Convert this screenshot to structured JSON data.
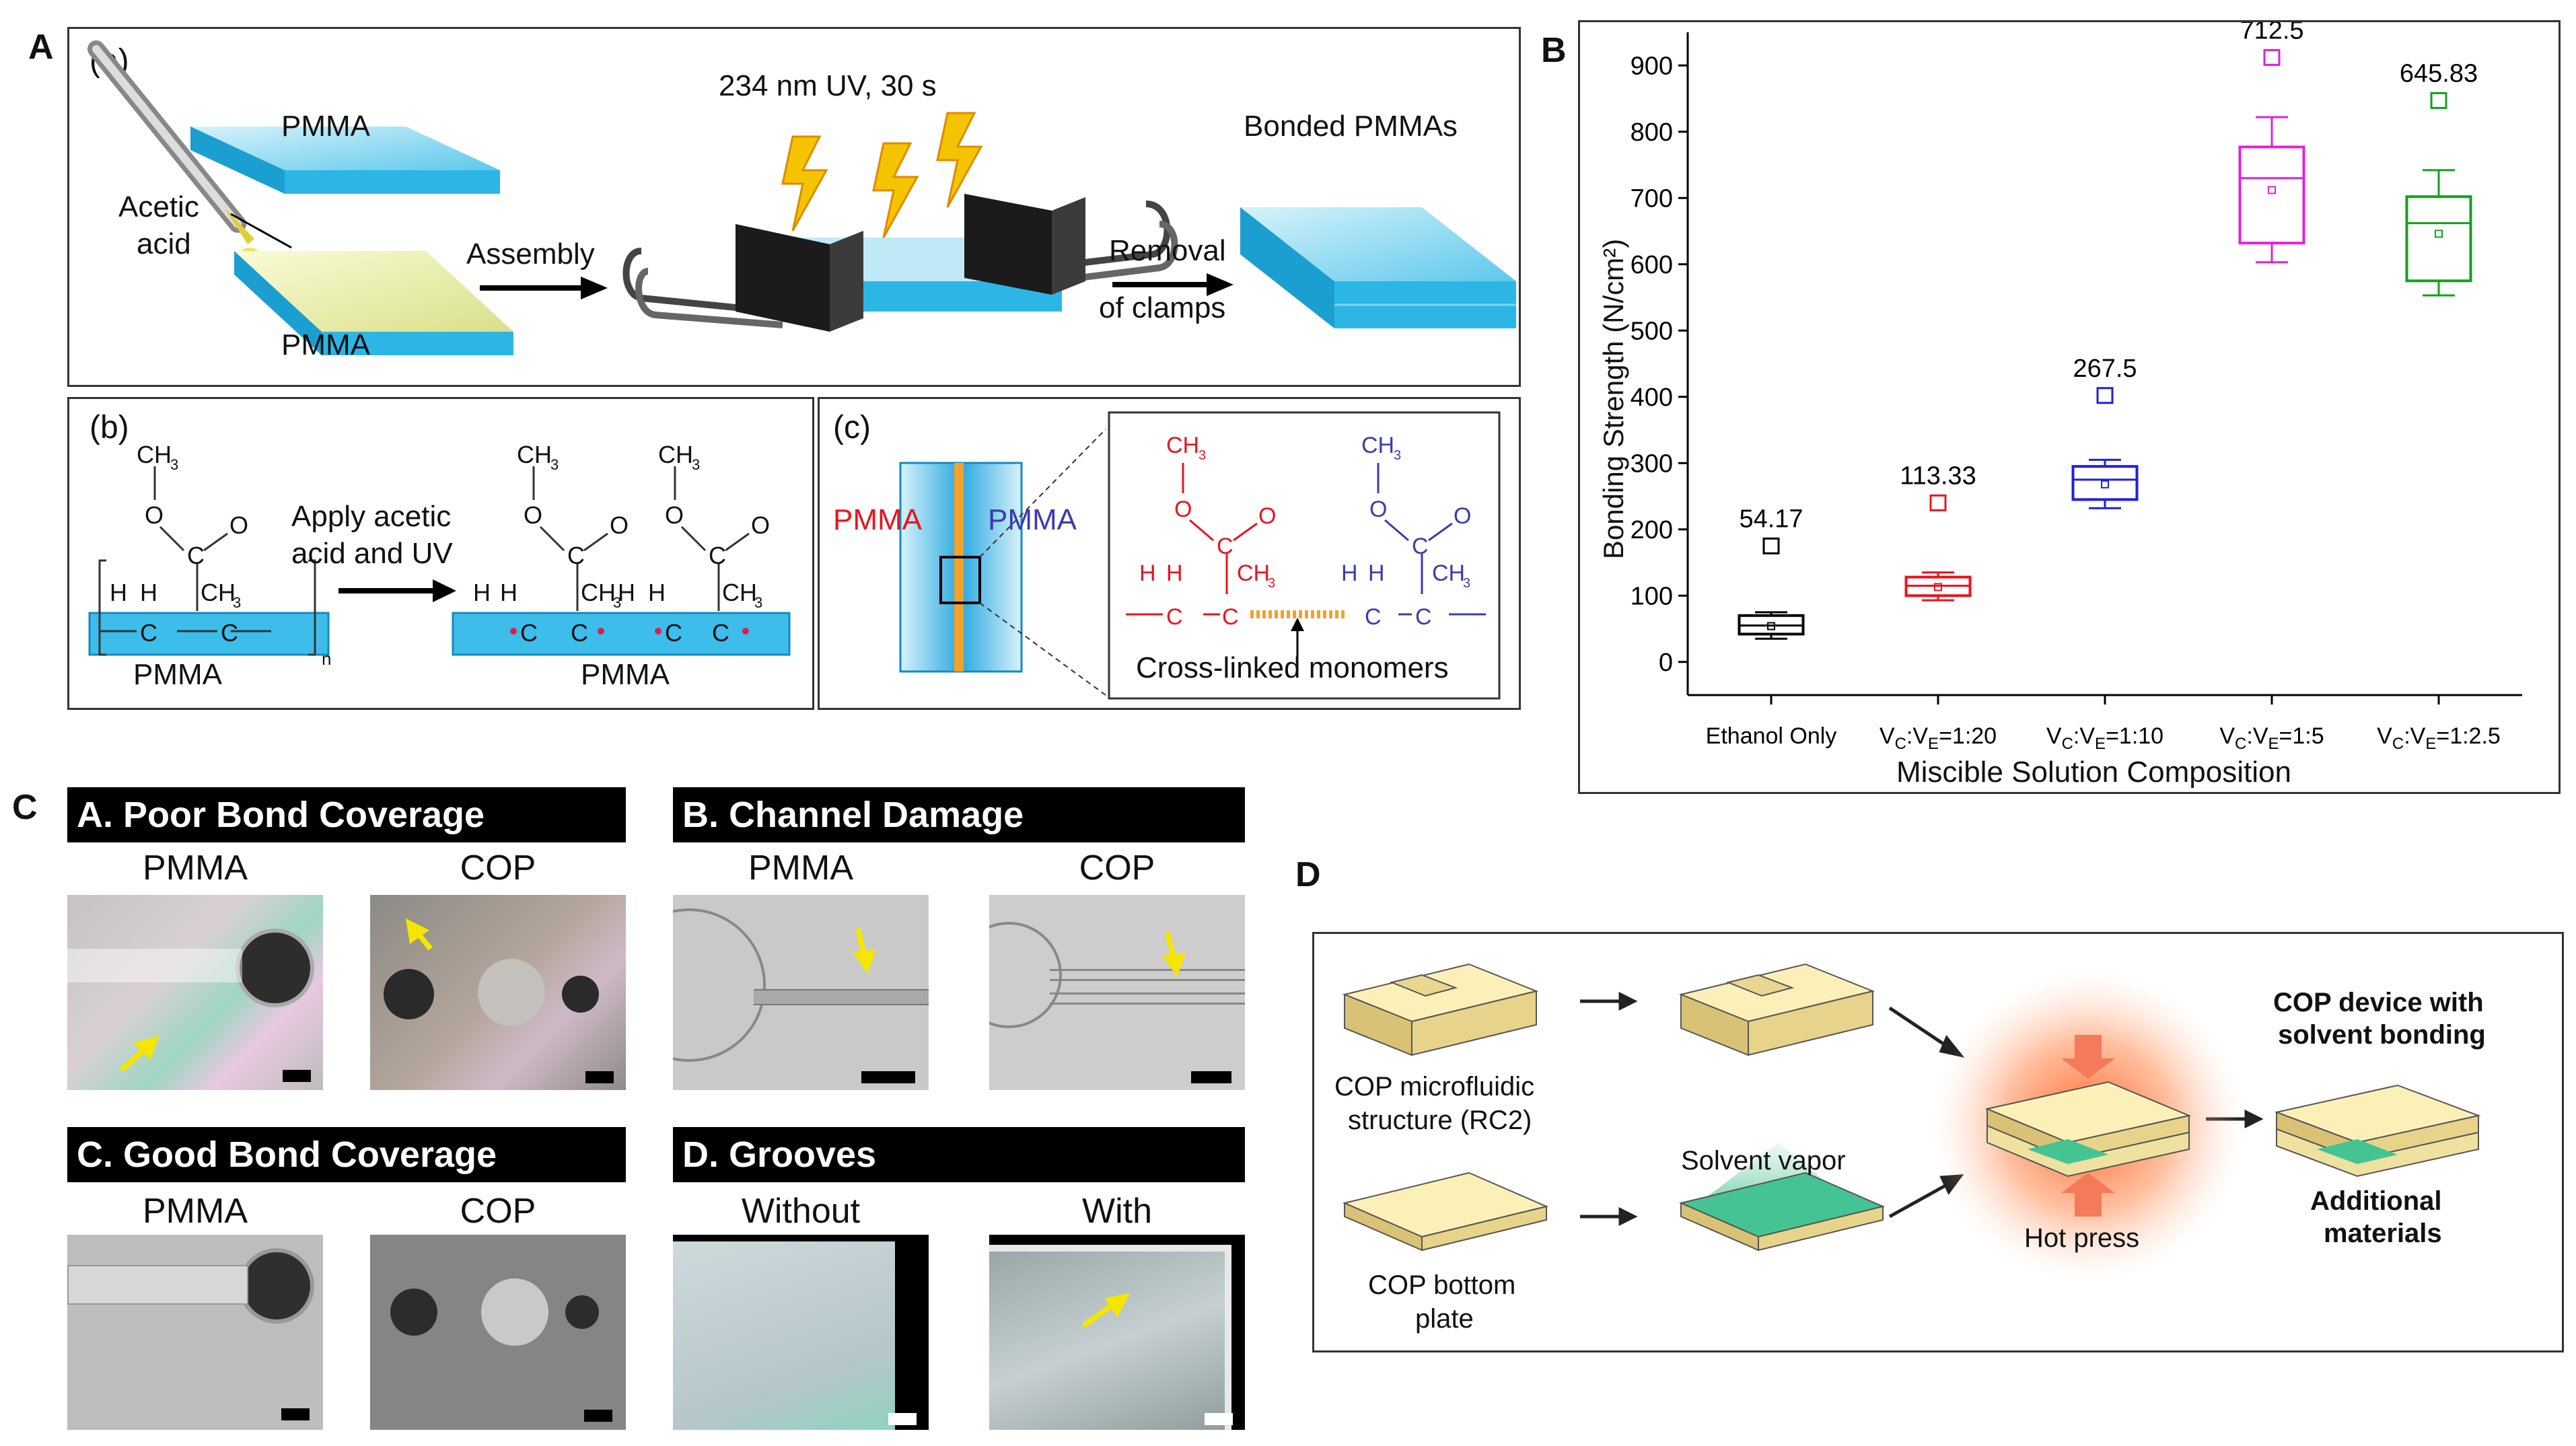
{
  "panels": {
    "A": "A",
    "B": "B",
    "C": "C",
    "D": "D"
  },
  "panelA": {
    "a": {
      "tag": "(a)",
      "top_plate": "PMMA",
      "bottom_plate": "PMMA",
      "acid_label_1": "Acetic",
      "acid_label_2": "acid",
      "uv": "234 nm UV, 30 s",
      "assembly": "Assembly",
      "removal_1": "Removal",
      "removal_2": "of clamps",
      "bonded": "Bonded PMMAs"
    },
    "b": {
      "tag": "(b)",
      "ch3": "CH",
      "sub3": "3",
      "o": "O",
      "c": "C",
      "h": "H",
      "n": "n",
      "arrow_label_1": "Apply acetic",
      "arrow_label_2": "acid and UV",
      "pmma_left": "PMMA",
      "pmma_right": "PMMA"
    },
    "c": {
      "tag": "(c)",
      "pmma_red": "PMMA",
      "pmma_blue": "PMMA",
      "crosslinked": "Cross-linked monomers"
    }
  },
  "chart_data": {
    "type": "box",
    "xlabel": "Miscible Solution Composition",
    "ylabel": "Bonding Strength (N/cm²)",
    "ylim": [
      -50,
      950
    ],
    "yticks": [
      0,
      100,
      200,
      300,
      400,
      500,
      600,
      700,
      800,
      900
    ],
    "categories": [
      "Ethanol Only",
      "VC:VE=1:20",
      "VC:VE=1:10",
      "VC:VE=1:5",
      "VC:VE=1:2.5"
    ],
    "category_parts": [
      {
        "main": "Ethanol Only",
        "s1": "",
        "mid": "",
        "s2": "",
        "tail": ""
      },
      {
        "main": "V",
        "s1": "C",
        "mid": ":V",
        "s2": "E",
        "tail": "=1:20"
      },
      {
        "main": "V",
        "s1": "C",
        "mid": ":V",
        "s2": "E",
        "tail": "=1:10"
      },
      {
        "main": "V",
        "s1": "C",
        "mid": ":V",
        "s2": "E",
        "tail": "=1:5"
      },
      {
        "main": "V",
        "s1": "C",
        "mid": ":V",
        "s2": "E",
        "tail": "=1:2.5"
      }
    ],
    "colors": [
      "#000000",
      "#e8141e",
      "#1f1fe0",
      "#e020e0",
      "#12a01e"
    ],
    "series": [
      {
        "min": 35,
        "q1": 42,
        "median": 55,
        "q3": 70,
        "max": 75,
        "mean": 54,
        "outlier": 175,
        "label": "54.17"
      },
      {
        "min": 93,
        "q1": 100,
        "median": 115,
        "q3": 128,
        "max": 135,
        "mean": 113,
        "outlier": 240,
        "label": "113.33"
      },
      {
        "min": 232,
        "q1": 245,
        "median": 275,
        "q3": 295,
        "max": 305,
        "mean": 268,
        "outlier": 402,
        "label": "267.5"
      },
      {
        "min": 603,
        "q1": 632,
        "median": 730,
        "q3": 777,
        "max": 822,
        "mean": 712,
        "outlier": 912,
        "label": "712.5"
      },
      {
        "min": 553,
        "q1": 575,
        "median": 662,
        "q3": 702,
        "max": 742,
        "mean": 646,
        "outlier": 847,
        "label": "645.83"
      }
    ]
  },
  "panelC": {
    "A": {
      "title": "A. Poor Bond Coverage",
      "left": "PMMA",
      "right": "COP"
    },
    "B": {
      "title": "B. Channel Damage",
      "left": "PMMA",
      "right": "COP"
    },
    "C": {
      "title": "C. Good Bond Coverage",
      "left": "PMMA",
      "right": "COP"
    },
    "D": {
      "title": "D. Grooves",
      "left": "Without",
      "right": "With"
    }
  },
  "panelD": {
    "structure_1": "COP microfluidic",
    "structure_2": "structure (RC2)",
    "plate_1": "COP bottom",
    "plate_2": "plate",
    "vapor": "Solvent vapor",
    "hotpress": "Hot press",
    "device_1": "COP device with",
    "device_2": "solvent bonding",
    "additional_1": "Additional",
    "additional_2": "materials"
  }
}
